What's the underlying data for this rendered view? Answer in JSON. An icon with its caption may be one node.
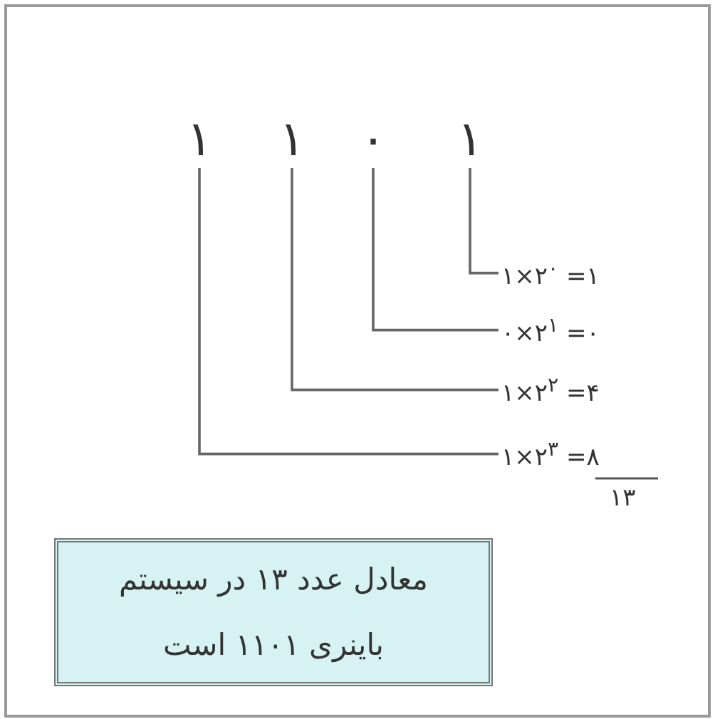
{
  "diagram": {
    "nodes": [
      {
        "text": [
          "۱"
        ]
      },
      {
        "text": [
          "۱"
        ]
      },
      {
        "text": [
          "۰"
        ]
      },
      {
        "text": [
          "۱"
        ]
      },
      {
        "text": [
          "۱×۲$^{۰}$ =۱"
        ]
      },
      {
        "text": [
          "۰×۲$^{۱}$ =۰"
        ]
      },
      {
        "text": [
          "۱×۲$^{۲}$ =۴"
        ]
      },
      {
        "text": [
          "۱×۲$^{۳}$ =۸"
        ]
      },
      {
        "text": [
          "معادل عدد ۱۳ در سیستم باینری ۱۱۰۱ است"
        ]
      }
    ],
    "edges": [
      {
        "from": 3,
        "to": 4,
        "arrow": "none"
      },
      {
        "from": 2,
        "to": 5,
        "arrow": "none"
      },
      {
        "from": 1,
        "to": 6,
        "arrow": "none"
      },
      {
        "from": 0,
        "to": 7,
        "arrow": "none"
      }
    ],
    "labels": [
      "۱۳"
    ]
  }
}
